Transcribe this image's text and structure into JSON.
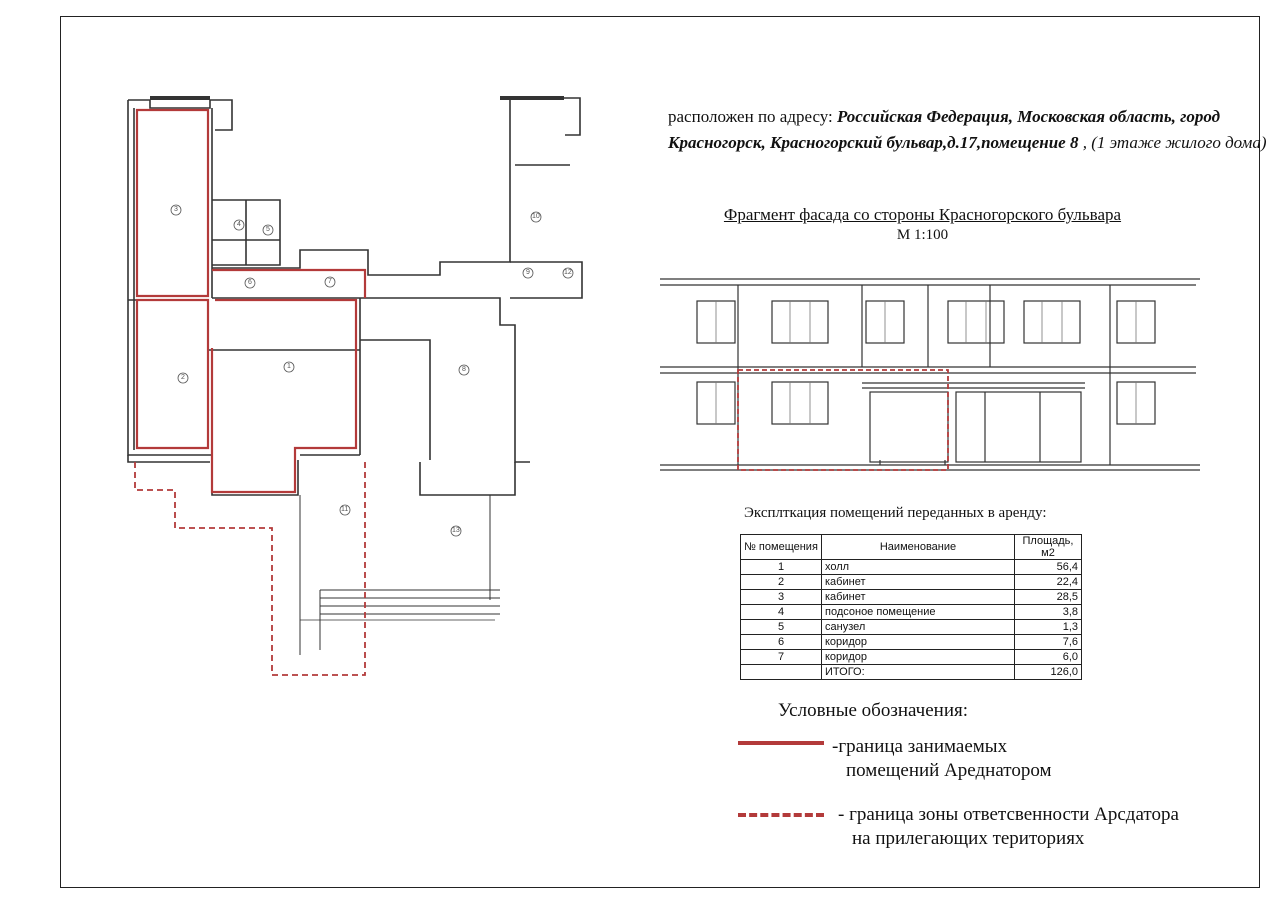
{
  "address": {
    "prefix": "расположен по адресу: ",
    "bold_line1": "Российская Федерация, Московская область, город",
    "bold_line2": "Красногорск, Красногорский бульвар,д.17,помещение 8",
    "suffix": " , (1 этаже жилого дома)"
  },
  "facade": {
    "title": "Фрагмент фасада со стороны Красногорского бульвара",
    "scale": "М 1:100"
  },
  "table": {
    "title": "Эксплткация помещений переданных в аренду:",
    "headers": {
      "num": "№ помещения",
      "name": "Наименование",
      "area": "Площадь, м2"
    },
    "rows": [
      {
        "num": "1",
        "name": "холл",
        "area": "56,4"
      },
      {
        "num": "2",
        "name": "кабинет",
        "area": "22,4"
      },
      {
        "num": "3",
        "name": "кабинет",
        "area": "28,5"
      },
      {
        "num": "4",
        "name": "подсоное помещение",
        "area": "3,8"
      },
      {
        "num": "5",
        "name": "санузел",
        "area": "1,3"
      },
      {
        "num": "6",
        "name": "коридор",
        "area": "7,6"
      },
      {
        "num": "7",
        "name": "коридор",
        "area": "6,0"
      }
    ],
    "total_label": "ИТОГО:",
    "total_area": "126,0"
  },
  "legend": {
    "title": "Условные обозначения:",
    "item1_line1": "-граница занимаемых",
    "item1_line2": "помещений Ареднатором",
    "item2_line1": "- граница зоны ответсвенности Арсдатора",
    "item2_line2": "на прилегающих териториях"
  },
  "plan": {
    "room_numbers": [
      "1",
      "2",
      "3",
      "4",
      "5",
      "6",
      "7",
      "8",
      "9",
      "10",
      "11",
      "12",
      "13"
    ]
  },
  "colors": {
    "occupied_border": "#b33a3a",
    "responsibility_border": "#b33a3a",
    "lines": "#333333"
  }
}
